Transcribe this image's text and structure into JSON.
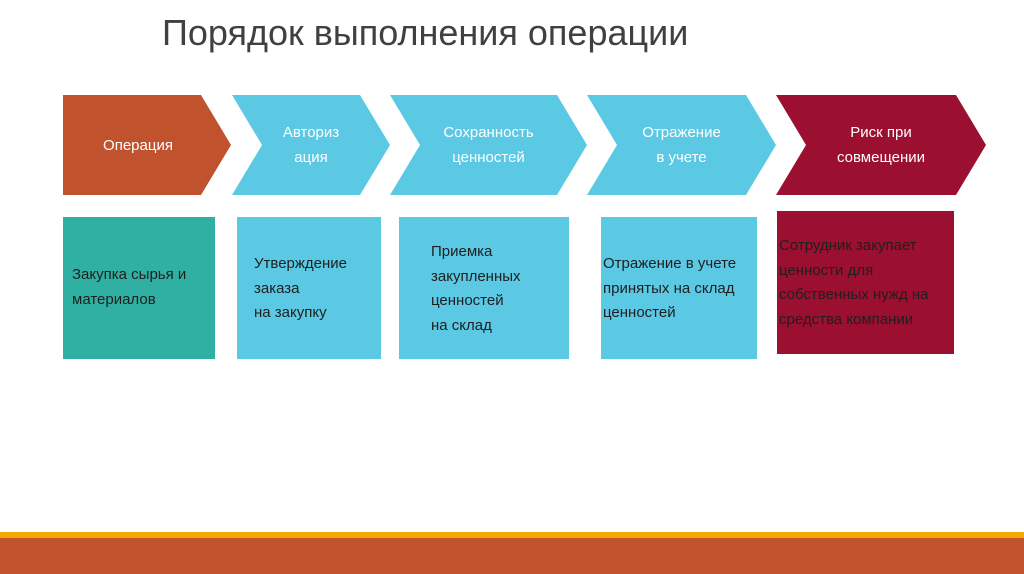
{
  "title": "Порядок выполнения операции",
  "colors": {
    "orange": "#c0532d",
    "light_blue": "#5bc8e4",
    "dark_red": "#9b0f30",
    "teal": "#2fb0a2",
    "footer_line": "#f2a900",
    "footer_bar": "#c0532d"
  },
  "chevrons": [
    {
      "label": "Операция"
    },
    {
      "label": "Авториз\nация"
    },
    {
      "label": "Сохранность\nценностей"
    },
    {
      "label": "Отражение\nв учете"
    },
    {
      "label": "Риск при\nсовмещении"
    }
  ],
  "boxes": [
    {
      "text": "Закупка сырья и\nматериалов"
    },
    {
      "text": "Утверждение\nзаказа\nна закупку"
    },
    {
      "text": "Приемка\nзакупленных\nценностей\nна склад"
    },
    {
      "text": "Отражение в учете\nпринятых на склад\nценностей"
    },
    {
      "text": "Сотрудник закупает\nценности для\nсобственных нужд на\nсредства компании"
    }
  ]
}
